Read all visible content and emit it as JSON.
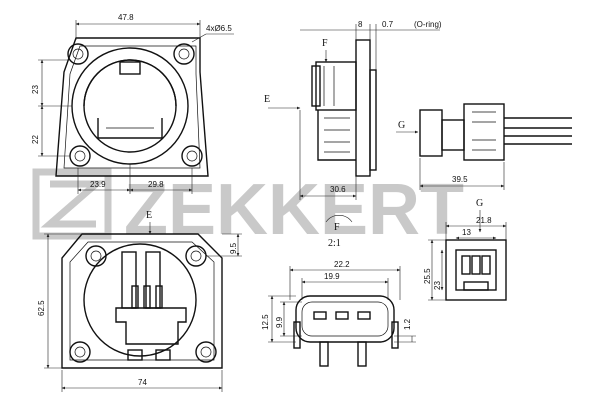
{
  "watermark": {
    "brand": "ZEKKERT"
  },
  "view_labels": {
    "e_top": "E",
    "e_bottom": "E",
    "f_top": "F",
    "f_bottom": "F",
    "g_side": "G",
    "g_top": "G"
  },
  "scale": "2:1",
  "dimensions": {
    "top_width": "47.8",
    "hole_spec": "4xØ6.5",
    "height_upper": "23",
    "height_lower": "22",
    "left_offset": "23.9",
    "right_offset": "29.8",
    "side_8": "8",
    "side_07": "0.7",
    "oring": "(O-ring)",
    "side_306": "30.6",
    "conn_395": "39.5",
    "bottom_height": "62.5",
    "bottom_95": "9.5",
    "bottom_74": "74",
    "f_222": "22.2",
    "f_199": "19.9",
    "f_125": "12.5",
    "f_99": "9.9",
    "f_12": "1.2",
    "g_218": "21.8",
    "g_13": "13",
    "g_255": "25.5",
    "g_23": "23"
  }
}
